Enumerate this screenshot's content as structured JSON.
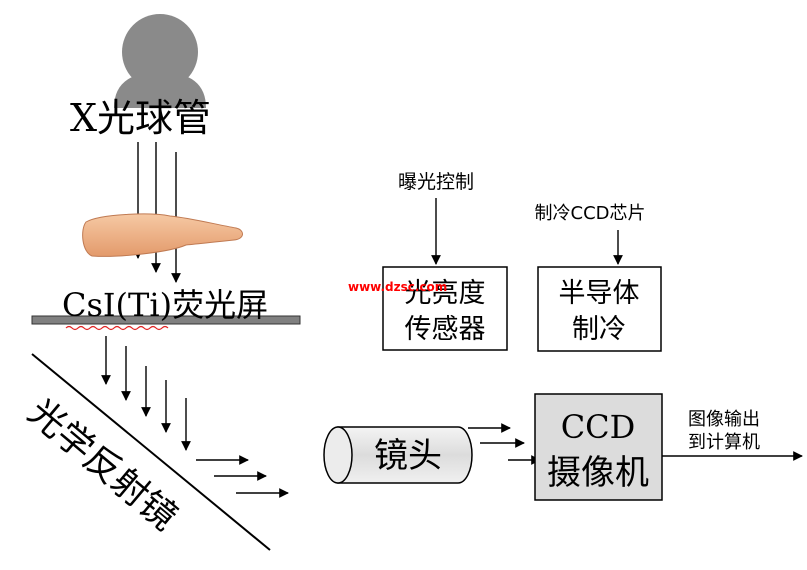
{
  "labels": {
    "xray_tube": "X光球管",
    "scintillator": "CsI(Ti)荧光屏",
    "mirror": "光学反射镜",
    "lens": "镜头",
    "camera_line1": "CCD",
    "camera_line2": "摄像机",
    "brightness_line1": "光亮度",
    "brightness_line2": "传感器",
    "cooler_line1": "半导体",
    "cooler_line2": "制冷",
    "exposure_control": "曝光控制",
    "cooling_label": "制冷CCD芯片",
    "output_line1": "图像输出",
    "output_line2": "到计算机"
  },
  "watermark": "www.dzsc.com",
  "colors": {
    "tube": "#8a8a8a",
    "hand": "#f2b48a",
    "screen": "#808080",
    "camera_fill": "#dcdcdc",
    "lens_fill": "#e6e6e6",
    "watermark": "#ff0000"
  }
}
